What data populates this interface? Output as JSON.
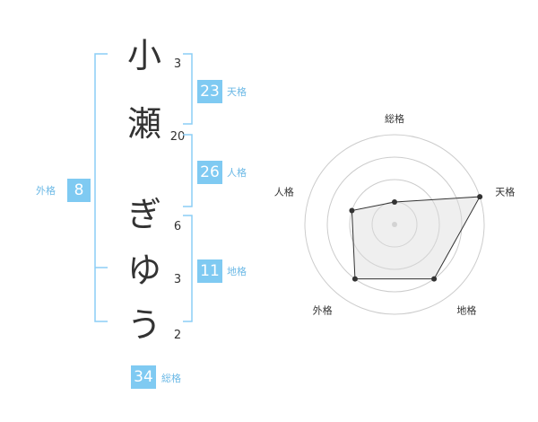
{
  "name_chars": [
    {
      "char": "小",
      "strokes": "3"
    },
    {
      "char": "瀬",
      "strokes": "20"
    },
    {
      "char": "ぎ",
      "strokes": "6"
    },
    {
      "char": "ゆ",
      "strokes": "3"
    },
    {
      "char": "う",
      "strokes": "2"
    }
  ],
  "fortune": {
    "ten": {
      "label": "天格",
      "value": "23"
    },
    "jin": {
      "label": "人格",
      "value": "26"
    },
    "chi": {
      "label": "地格",
      "value": "11"
    },
    "gai": {
      "label": "外格",
      "value": "8"
    },
    "sou": {
      "label": "総格",
      "value": "34"
    }
  },
  "colors": {
    "accent": "#7fcaf2",
    "bracket": "#8ccef5",
    "text": "#333333",
    "label": "#6cb9e6"
  },
  "chart_data": {
    "type": "radar",
    "axes": [
      "総格",
      "天格",
      "地格",
      "外格",
      "人格"
    ],
    "levels": 4,
    "max": 4,
    "values": [
      1,
      4,
      3,
      3,
      2
    ]
  }
}
